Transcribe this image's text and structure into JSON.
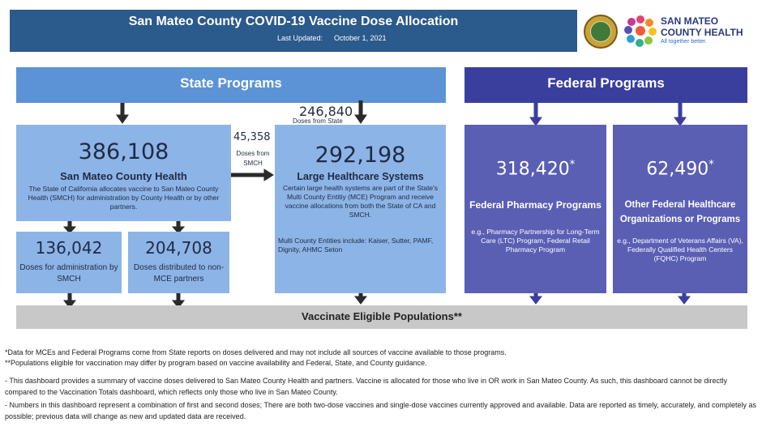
{
  "header": {
    "title": "San Mateo County COVID-19 Vaccine Dose Allocation",
    "updated_label": "Last Updated:",
    "updated_date": "October 1, 2021"
  },
  "brand": {
    "line1": "SAN MATEO",
    "line2": "COUNTY HEALTH",
    "tagline": "All together better."
  },
  "colors": {
    "header_bg": "#2b5a8c",
    "state": "#5b93d6",
    "state_box": "#8db4e6",
    "federal": "#3a3f9e",
    "federal_box": "#5a5fb4",
    "bar": "#c8c8c8"
  },
  "state": {
    "title": "State Programs",
    "doses_from_state_number": "246,840",
    "doses_from_state_label": "Doses from State",
    "transfer_number": "45,358",
    "transfer_label": "Doses from SMCH",
    "smch": {
      "number": "386,108",
      "title": "San Mateo County Health",
      "desc": "The State of California allocates vaccine to San Mateo County Health (SMCH) for administration by County Health or by other partners."
    },
    "sub_admin": {
      "number": "136,042",
      "label": "Doses for administration by SMCH"
    },
    "sub_distributed": {
      "number": "204,708",
      "label": "Doses distributed to non-MCE partners"
    },
    "mce": {
      "number": "292,198",
      "title": "Large Healthcare Systems",
      "desc": "Certain large health systems are part of the State's Multi County Entitiy (MCE) Program and receive vaccine allocations from both the State of CA and SMCH.",
      "entities": "Multi County Entities include: Kaiser, Sutter, PAMF, Dignity, AHMC Seton"
    }
  },
  "federal": {
    "title": "Federal Programs",
    "pharmacy": {
      "number": "318,420",
      "asterisk": "*",
      "title": "Federal Pharmacy Programs",
      "desc": "e.g., Pharmacy Partnership for Long-Term Care (LTC) Program, Federal Retail Pharmacy Program"
    },
    "other": {
      "number": "62,490",
      "asterisk": "*",
      "title": "Other Federal Healthcare Organizations or Programs",
      "desc": "e.g., Department of Veterans Affairs (VA), Federally Qualified Health Centers (FQHC) Program"
    }
  },
  "bottom_bar": "Vaccinate Eligible Populations**",
  "footnotes": [
    "*Data for MCEs and Federal Programs come from State reports on doses delivered and may not include all sources of vaccine available to those programs.",
    "**Populations eligible for vaccination may differ by program based on vaccine availability and Federal, State, and County guidance."
  ],
  "notes": [
    "- This dashboard provides a summary of vaccine doses delivered to San Mateo County Health and partners. Vaccine is allocated for those who live in OR work in San Mateo County. As such, this dashboard cannot be directly compared to the Vaccination Totals dashboard, which reflects only those who live in San Mateo County.",
    "- Numbers in this dashboard represent a combination of first and second doses; There are both two-dose vaccines and single-dose vaccines currently approved and available. Data are reported as timely, accurately, and completely as possible; previous data will change as new and updated data are received."
  ]
}
